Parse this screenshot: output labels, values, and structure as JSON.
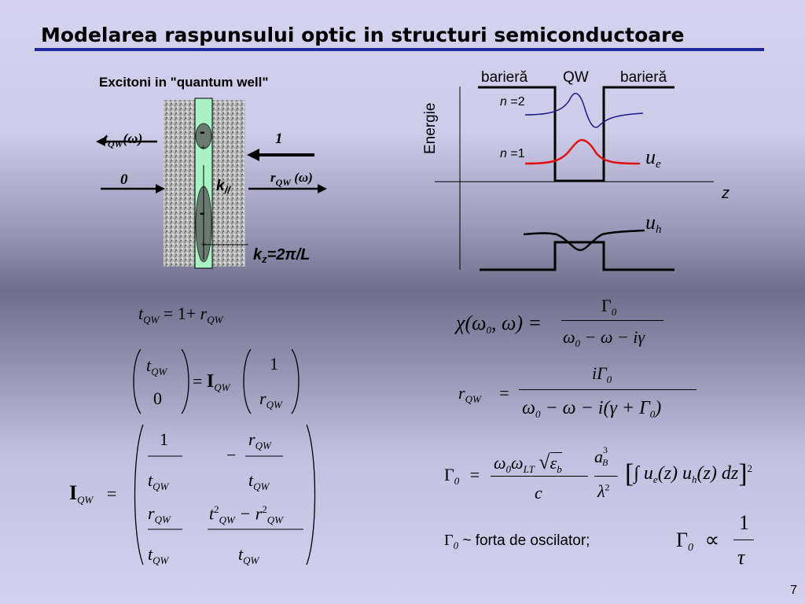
{
  "slide": {
    "title": "Modelarea raspunsului optic in structuri semiconductoare",
    "page_number": "7"
  },
  "left_figure": {
    "heading": "Excitoni in  \"quantum well\"",
    "t_label_main": "t",
    "t_label_sub": "QW",
    "t_label_arg": "(ω)",
    "r_label_main": "r",
    "r_label_sub": "QW",
    "r_label_arg": " (ω)",
    "incident_amp": "1",
    "zero_amp": "0",
    "k_parallel": "k",
    "k_parallel_sub": "//",
    "kz_label": "k",
    "kz_sub": "z",
    "kz_rest": "=2π/L",
    "minus1": "-",
    "plus1": "+",
    "minus2": "-",
    "plus2": "+"
  },
  "right_figure": {
    "barrier_left": "barieră",
    "qw": "QW",
    "barrier_right": "barieră",
    "energy_axis": "Energie",
    "n2_label_n": "n",
    "n2_label_rest": " =2",
    "n1_label_n": "n",
    "n1_label_rest": " =1",
    "ue_main": "u",
    "ue_sub": "e",
    "uh_main": "u",
    "uh_sub": "h",
    "z_axis": "z",
    "colors": {
      "n1_curve": "#e01010",
      "n2_curve": "#1c1c8c",
      "lines": "#000000"
    }
  },
  "equations": {
    "eq1": {
      "lhs": "t",
      "lhs_sub": "QW",
      "rhs_eq": "= 1+",
      "r": "r",
      "r_sub": "QW"
    },
    "eq2": {
      "t": "t",
      "t_sub": "QW",
      "zero": "0",
      "eq": "=",
      "I": "I",
      "I_sub": "QW",
      "one": "1",
      "r": "r",
      "r_sub": "QW"
    },
    "eq3": {
      "I": "I",
      "I_sub": "QW",
      "eq": "=",
      "a11_num": "1",
      "a11_den": "t",
      "a11_den_sub": "QW",
      "a12_sign": "−",
      "a12_num": "r",
      "a12_num_sub": "QW",
      "a12_den": "t",
      "a12_den_sub": "QW",
      "a21_num": "r",
      "a21_num_sub": "QW",
      "a21_den": "t",
      "a21_den_sub": "QW",
      "a22_num_t": "t",
      "a22_num_t_sup": "2",
      "a22_num_t_sub": "QW",
      "a22_num_minus": "− r",
      "a22_num_r_sup": "2",
      "a22_num_r_sub": "QW",
      "a22_den": "t",
      "a22_den_sub": "QW"
    },
    "chi": {
      "lhs": "χ",
      "args": "(ω",
      "args_sub": "0",
      "args_rest": ", ω) =",
      "num": "Γ",
      "num_sub": "0",
      "den": "ω",
      "den_sub": "0",
      "den_rest": " − ω − iγ"
    },
    "r": {
      "lhs": "r",
      "lhs_sub": "QW",
      "eq": "=",
      "num": "iΓ",
      "num_sub": "0",
      "den": "ω",
      "den_sub": "0",
      "den_rest": " − ω − i(γ + Γ",
      "den_sub2": "0",
      "den_close": ")"
    },
    "gamma": {
      "lhs": "Γ",
      "lhs_sub": "0",
      "eq": "=",
      "num1": "ω",
      "num1_sub": "0",
      "num2": "ω",
      "num2_sub": "LT",
      "num3": "ε",
      "num3_sub": "b",
      "den1": "c",
      "num_a": "a",
      "num_a_sup": "3",
      "num_a_sub": "B",
      "den_l": "λ",
      "den_l_sup": "2",
      "integral": "∫ u",
      "ue_sub": "e",
      "z1": "(z) u",
      "uh_sub": "h",
      "z2": "(z) dz",
      "sq": "2"
    },
    "note": {
      "gamma": "Γ",
      "gamma_sub": "0",
      "text": " ~ forta de oscilator;",
      "prop_g": "Γ",
      "prop_sub": "0",
      "prop_sym": "∝",
      "prop_num": "1",
      "prop_den": "τ"
    }
  }
}
